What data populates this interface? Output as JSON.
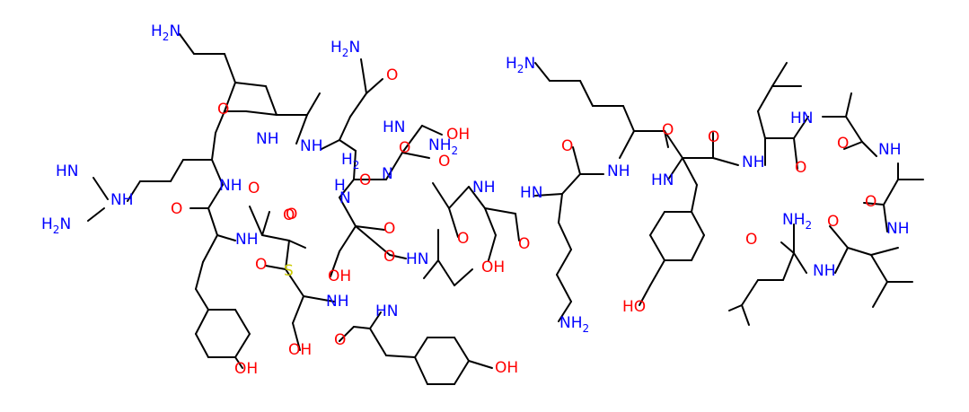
{
  "colors": {
    "carbon": "#000000",
    "nitrogen": "#0000FF",
    "oxygen": "#FF0000",
    "sulfur": "#CCCC00"
  },
  "labels": [
    {
      "id": "nh2-top-left",
      "text": "H",
      "sub": "2",
      "rest": "N",
      "color": "nitrogen"
    },
    {
      "id": "guan-hn",
      "text": "HN",
      "color": "nitrogen"
    },
    {
      "id": "guan-h2n",
      "text": "H",
      "sub": "2",
      "rest": "N",
      "color": "nitrogen"
    },
    {
      "id": "guan-nh",
      "text": "NH",
      "color": "nitrogen"
    },
    {
      "id": "o-arg",
      "text": "O",
      "color": "oxygen"
    },
    {
      "id": "nh-arg",
      "text": "NH",
      "color": "nitrogen"
    },
    {
      "id": "o-cys",
      "text": "O",
      "color": "oxygen"
    },
    {
      "id": "nh-tyr1",
      "text": "NH",
      "color": "nitrogen"
    },
    {
      "id": "o-tyr1",
      "text": "O",
      "color": "oxygen"
    },
    {
      "id": "oh-tyr1",
      "text": "OH",
      "color": "oxygen"
    },
    {
      "id": "o-s",
      "text": "O",
      "color": "oxygen"
    },
    {
      "id": "s-atom",
      "text": "S",
      "color": "sulfur"
    },
    {
      "id": "nh-ser1",
      "text": "NH",
      "color": "nitrogen"
    },
    {
      "id": "oh-ser1",
      "text": "OH",
      "color": "oxygen"
    },
    {
      "id": "o-ser1",
      "text": "O",
      "color": "oxygen"
    },
    {
      "id": "hn-tyr2",
      "text": "HN",
      "color": "nitrogen"
    },
    {
      "id": "oh-tyr2",
      "text": "OH",
      "color": "oxygen"
    },
    {
      "id": "o-top1",
      "text": "O",
      "color": "oxygen"
    },
    {
      "id": "nh-top1",
      "text": "NH",
      "color": "nitrogen"
    },
    {
      "id": "nh-q",
      "text": "NH",
      "color": "nitrogen"
    },
    {
      "id": "h2n-q",
      "text": "H",
      "sub": "2",
      "rest": "N",
      "color": "nitrogen"
    },
    {
      "id": "o-q",
      "text": "O",
      "color": "oxygen"
    },
    {
      "id": "h2-lab",
      "text": "H",
      "sub": "2",
      "rest": "",
      "color": "nitrogen"
    },
    {
      "id": "hn-asn",
      "text": "HN",
      "color": "nitrogen"
    },
    {
      "id": "o-asn",
      "text": "O",
      "color": "oxygen"
    },
    {
      "id": "nh2-asn",
      "text": "NH",
      "sub": "2",
      "rest": "",
      "color": "nitrogen"
    },
    {
      "id": "oh-thr",
      "text": "OH",
      "color": "oxygen"
    },
    {
      "id": "n-mid1",
      "text": "N",
      "color": "nitrogen"
    },
    {
      "id": "n-mid2",
      "text": "N",
      "color": "nitrogen"
    },
    {
      "id": "h-mid",
      "text": "H",
      "color": "nitrogen"
    },
    {
      "id": "o-mid1",
      "text": "O",
      "color": "oxygen"
    },
    {
      "id": "o-mid2",
      "text": "O",
      "color": "oxygen"
    },
    {
      "id": "o-mid3",
      "text": "O",
      "color": "oxygen"
    },
    {
      "id": "o-mid4",
      "text": "O",
      "color": "oxygen"
    },
    {
      "id": "oh-mid",
      "text": "OH",
      "color": "oxygen"
    },
    {
      "id": "hn-ser2",
      "text": "HN",
      "color": "nitrogen"
    },
    {
      "id": "o-ser2",
      "text": "O",
      "color": "oxygen"
    },
    {
      "id": "oh-ser2",
      "text": "OH",
      "color": "oxygen"
    },
    {
      "id": "nh-mid3",
      "text": "NH",
      "color": "nitrogen"
    },
    {
      "id": "o-mid5",
      "text": "O",
      "color": "oxygen"
    },
    {
      "id": "oh-ser3",
      "text": "OH",
      "color": "oxygen"
    },
    {
      "id": "hn-lys",
      "text": "HN",
      "color": "nitrogen"
    },
    {
      "id": "o-lys",
      "text": "O",
      "color": "oxygen"
    },
    {
      "id": "nh2-lys1",
      "text": "NH",
      "sub": "2",
      "rest": "",
      "color": "nitrogen"
    },
    {
      "id": "h2n-lys2",
      "text": "H",
      "sub": "2",
      "rest": "N",
      "color": "nitrogen"
    },
    {
      "id": "o-lys2",
      "text": "O",
      "color": "oxygen"
    },
    {
      "id": "nh-lys2",
      "text": "NH",
      "color": "nitrogen"
    },
    {
      "id": "o-tyr3",
      "text": "O",
      "color": "oxygen"
    },
    {
      "id": "hn-tyr3",
      "text": "HN",
      "color": "nitrogen"
    },
    {
      "id": "ho-tyr3",
      "text": "HO",
      "color": "oxygen"
    },
    {
      "id": "o-leu1",
      "text": "O",
      "color": "oxygen"
    },
    {
      "id": "nh-leu1",
      "text": "NH",
      "color": "nitrogen"
    },
    {
      "id": "hn-ala1",
      "text": "HN",
      "color": "nitrogen"
    },
    {
      "id": "o-ala1",
      "text": "O",
      "color": "oxygen"
    },
    {
      "id": "o-ala2",
      "text": "O",
      "color": "oxygen"
    },
    {
      "id": "nh-ala2",
      "text": "NH",
      "color": "nitrogen"
    },
    {
      "id": "o-ala3",
      "text": "O",
      "color": "oxygen"
    },
    {
      "id": "nh-val",
      "text": "NH",
      "color": "nitrogen"
    },
    {
      "id": "nh2-leu2",
      "text": "NH",
      "sub": "2",
      "rest": "",
      "color": "nitrogen"
    },
    {
      "id": "o-leu2",
      "text": "O",
      "color": "oxygen"
    },
    {
      "id": "o-val",
      "text": "O",
      "color": "oxygen"
    },
    {
      "id": "nh-leu2",
      "text": "NH",
      "color": "nitrogen"
    }
  ]
}
